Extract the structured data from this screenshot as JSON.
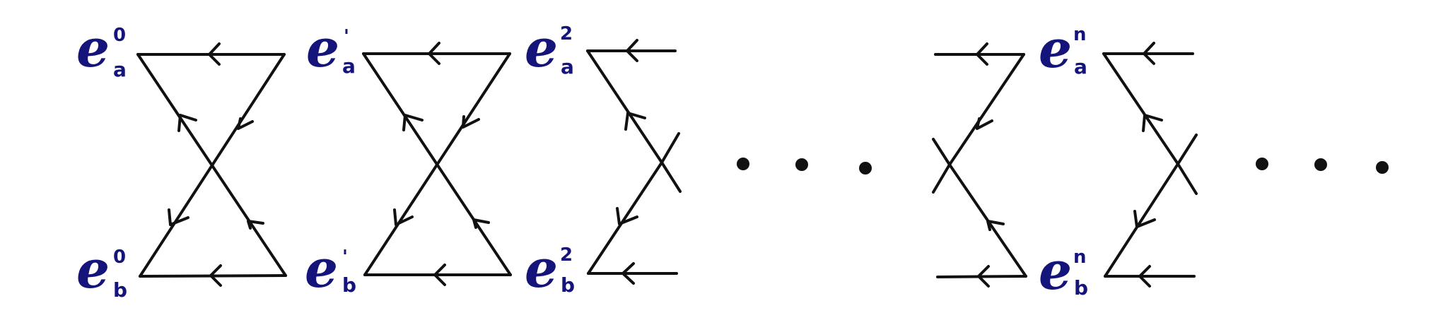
{
  "colors": {
    "label": "#14147a",
    "line": "#111111"
  },
  "labels": [
    {
      "id": "e0a",
      "base": "e",
      "sub": "a",
      "sup": "0"
    },
    {
      "id": "e0b",
      "base": "e",
      "sub": "b",
      "sup": "0"
    },
    {
      "id": "e1a",
      "base": "e",
      "sub": "a",
      "sup": "'"
    },
    {
      "id": "e1b",
      "base": "e",
      "sub": "b",
      "sup": "'"
    },
    {
      "id": "e2a",
      "base": "e",
      "sub": "a",
      "sup": "2"
    },
    {
      "id": "e2b",
      "base": "e",
      "sub": "b",
      "sup": "2"
    },
    {
      "id": "ena",
      "base": "e",
      "sub": "a",
      "sup": "n"
    },
    {
      "id": "enb",
      "base": "e",
      "sub": "b",
      "sup": "n"
    }
  ],
  "ellipsis": [
    "·",
    "·"
  ]
}
